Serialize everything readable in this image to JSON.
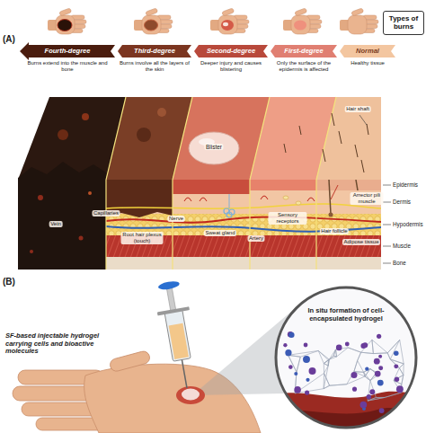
{
  "diagram": {
    "nodes": [
      {
        "text": [
          "Types of burns"
        ]
      },
      {
        "text": [
          "Fourth-degree"
        ]
      },
      {
        "text": [
          "Third-degree"
        ]
      },
      {
        "text": [
          "Second-degree"
        ]
      },
      {
        "text": [
          "First-degree"
        ]
      },
      {
        "text": [
          "Normal"
        ]
      }
    ],
    "labels": [
      "(A)",
      "Burns extend into the muscle and bone",
      "Burns involve all the layers of the skin",
      "Deeper injury and causes blistering",
      "Only the surface of the epidermis is affected",
      "Healthy tissue",
      "Hair shaft",
      "Blister",
      "Epidermis",
      "Dermis",
      "Hypodermis",
      "Muscle",
      "Bone",
      "Vein",
      "Capillaries",
      "Root hair plexus (touch)",
      "Nerve",
      "Sweat gland",
      "Artery",
      "Sensory receptors",
      "Hair follicle",
      "Arrector pili muscle",
      "Adipose tissue",
      "(B)",
      "SF-based injectable hydrogel carrying cells and bioactive molecules",
      "In situ formation of cell-encapsulated hydrogel"
    ]
  }
}
